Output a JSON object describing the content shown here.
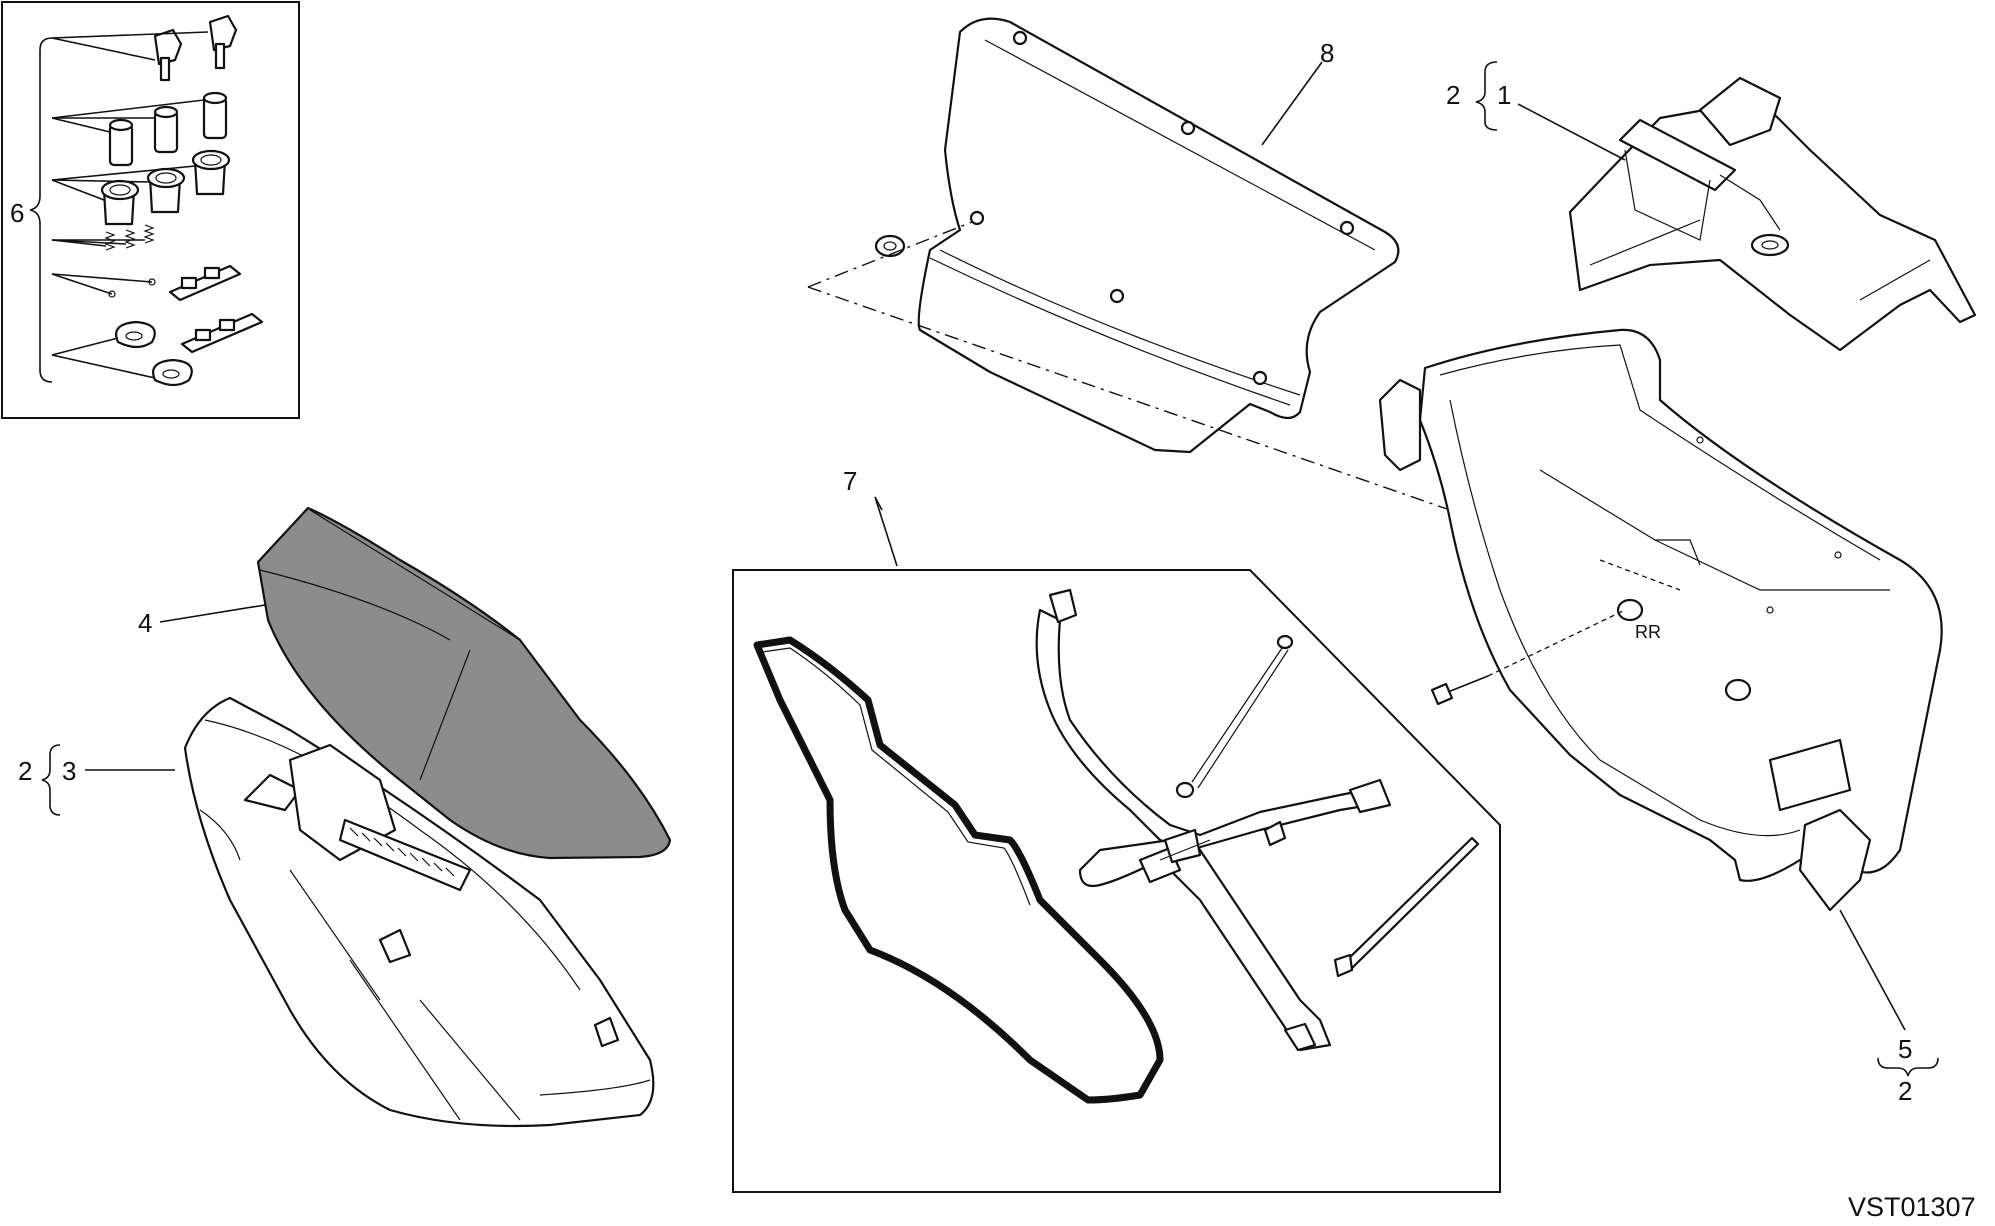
{
  "diagram": {
    "drawing_code": "VST01307",
    "callouts": {
      "c1": "1",
      "c2_top": "2",
      "c2_left": "2",
      "c2_bottom": "2",
      "c3": "3",
      "c4": "4",
      "c5": "5",
      "c6": "6",
      "c7": "7",
      "c8": "8"
    }
  }
}
